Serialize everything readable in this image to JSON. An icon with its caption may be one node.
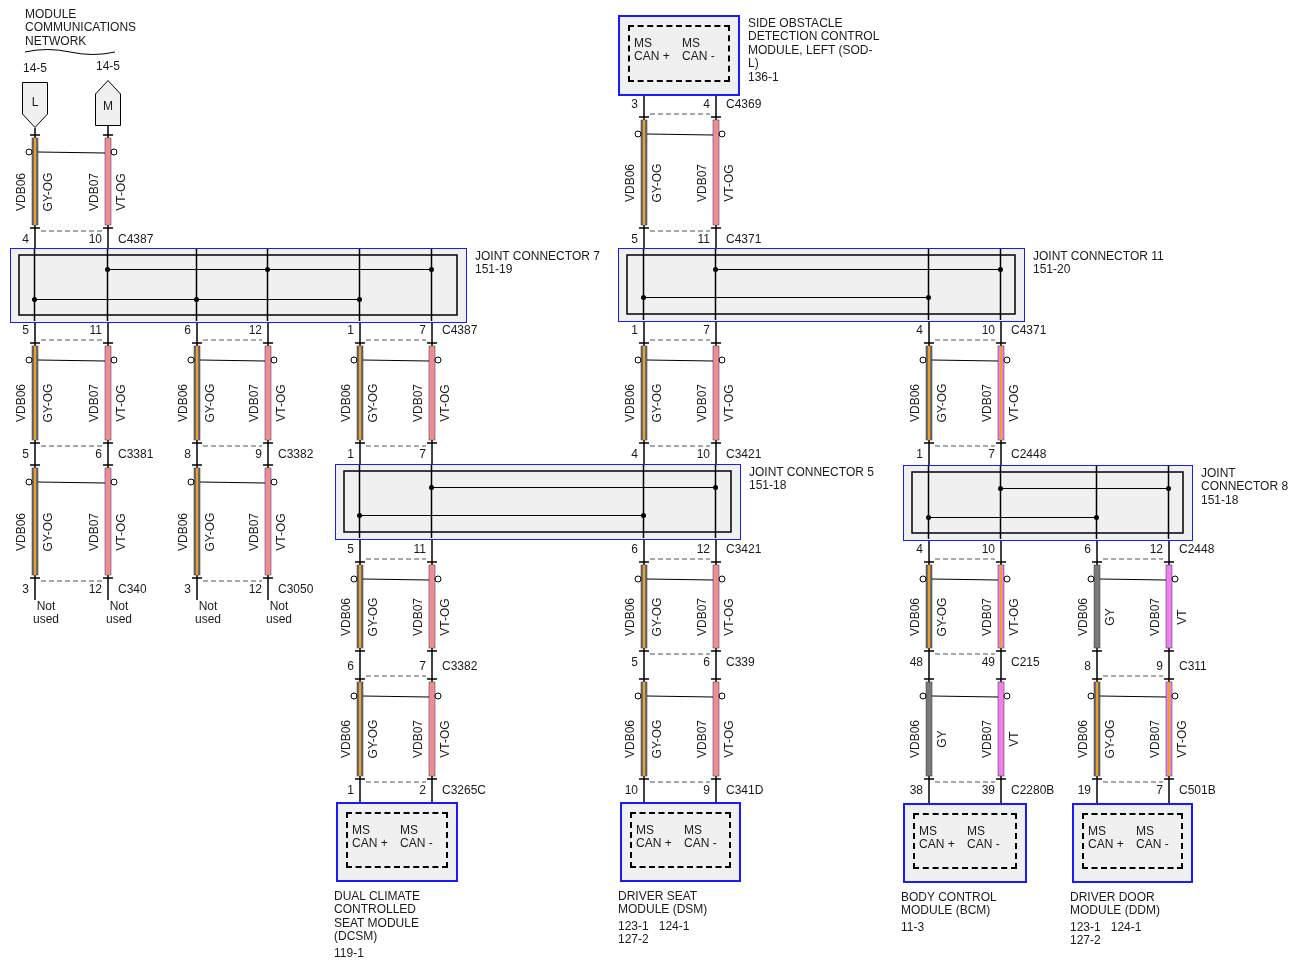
{
  "diagram": {
    "title": "MODULE COMMUNICATIONS NETWORK",
    "nodes": [
      {
        "text": [
          "L"
        ],
        "beside": [
          "14-5"
        ]
      },
      {
        "text": [
          "M"
        ],
        "beside": [
          "14-5"
        ]
      },
      {
        "text": [
          "MS CAN +",
          "MS CAN -"
        ],
        "beside": [
          "SIDE OBSTACLE DETECTION CONTROL MODULE, LEFT (SOD-L)",
          "136-1"
        ]
      },
      {
        "text": [],
        "shape": "box",
        "beside": [
          "JOINT CONNECTOR 7",
          "151-19"
        ]
      },
      {
        "text": [],
        "shape": "box",
        "beside": [
          "JOINT CONNECTOR 11",
          "151-20"
        ]
      },
      {
        "text": [],
        "shape": "box",
        "beside": [
          "JOINT CONNECTOR 5",
          "151-18"
        ]
      },
      {
        "text": [],
        "shape": "box",
        "beside": [
          "JOINT CONNECTOR 8",
          "151-18"
        ]
      },
      {
        "text": [
          "Not used"
        ]
      },
      {
        "text": [
          "Not used"
        ]
      },
      {
        "text": [
          "Not used"
        ]
      },
      {
        "text": [
          "Not used"
        ]
      },
      {
        "text": [
          "MS CAN +",
          "MS CAN -"
        ],
        "beside": [
          "DUAL CLIMATE CONTROLLED SEAT MODULE (DCSM)",
          "119-1"
        ]
      },
      {
        "text": [
          "MS CAN +",
          "MS CAN -"
        ],
        "beside": [
          "DRIVER SEAT MODULE (DSM)",
          "123-1",
          "124-1",
          "127-2"
        ]
      },
      {
        "text": [
          "MS CAN +",
          "MS CAN -"
        ],
        "beside": [
          "BODY CONTROL MODULE (BCM)",
          "11-3"
        ]
      },
      {
        "text": [
          "MS CAN +",
          "MS CAN -"
        ],
        "beside": [
          "DRIVER DOOR MODULE (DDM)",
          "123-1",
          "124-1",
          "127-2"
        ]
      }
    ],
    "edges": [
      {
        "from": 0,
        "to": 3,
        "arrow": "none"
      },
      {
        "from": 1,
        "to": 3,
        "arrow": "none"
      },
      {
        "from": 2,
        "to": 4,
        "arrow": "none"
      },
      {
        "from": 2,
        "to": 4,
        "arrow": "none"
      },
      {
        "from": 3,
        "to": 7,
        "arrow": "none"
      },
      {
        "from": 3,
        "to": 8,
        "arrow": "none"
      },
      {
        "from": 3,
        "to": 9,
        "arrow": "none"
      },
      {
        "from": 3,
        "to": 10,
        "arrow": "none"
      },
      {
        "from": 3,
        "to": 5,
        "arrow": "none"
      },
      {
        "from": 3,
        "to": 5,
        "arrow": "none"
      },
      {
        "from": 4,
        "to": 5,
        "arrow": "none"
      },
      {
        "from": 4,
        "to": 5,
        "arrow": "none"
      },
      {
        "from": 4,
        "to": 6,
        "arrow": "none"
      },
      {
        "from": 4,
        "to": 6,
        "arrow": "none"
      },
      {
        "from": 5,
        "to": 11,
        "arrow": "none"
      },
      {
        "from": 5,
        "to": 11,
        "arrow": "none"
      },
      {
        "from": 5,
        "to": 12,
        "arrow": "none"
      },
      {
        "from": 5,
        "to": 12,
        "arrow": "none"
      },
      {
        "from": 6,
        "to": 13,
        "arrow": "none"
      },
      {
        "from": 6,
        "to": 13,
        "arrow": "none"
      },
      {
        "from": 6,
        "to": 14,
        "arrow": "none"
      },
      {
        "from": 6,
        "to": 14,
        "arrow": "none"
      }
    ],
    "labels": [
      "VDB06",
      "GY-OG",
      "VDB07",
      "VT-OG",
      "4",
      "10",
      "C4387",
      "3",
      "4",
      "C4369",
      "VDB06",
      "GY-OG",
      "VDB07",
      "VT-OG",
      "5",
      "11",
      "C4371",
      "5",
      "11",
      "VDB06",
      "GY-OG",
      "VDB07",
      "VT-OG",
      "5",
      "6",
      "C3381",
      "6",
      "12",
      "VDB06",
      "GY-OG",
      "VDB07",
      "VT-OG",
      "8",
      "9",
      "C3382",
      "1",
      "7",
      "C4387",
      "VDB06",
      "GY-OG",
      "VDB07",
      "VT-OG",
      "1",
      "7",
      "1",
      "7",
      "VDB06",
      "GY-OG",
      "VDB07",
      "VT-OG",
      "4",
      "10",
      "C3421",
      "4",
      "10",
      "C4371",
      "VDB06",
      "GY-OG",
      "VDB07",
      "VT-OG",
      "1",
      "7",
      "C2448",
      "VDB06",
      "GY-OG",
      "VDB07",
      "VT-OG",
      "3",
      "12",
      "C340",
      "VDB06",
      "GY-OG",
      "VDB07",
      "VT-OG",
      "3",
      "12",
      "C3050",
      "5",
      "11",
      "VDB06",
      "GY-OG",
      "VDB07",
      "VT-OG",
      "6",
      "12",
      "C3421",
      "VDB06",
      "GY-OG",
      "VDB07",
      "VT-OG",
      "5",
      "6",
      "C339",
      "4",
      "10",
      "VDB06",
      "GY-OG",
      "VDB07",
      "VT-OG",
      "48",
      "49",
      "C215",
      "6",
      "12",
      "C2448",
      "VDB06",
      "GY",
      "VDB07",
      "VT",
      "6",
      "7",
      "C3382",
      "VDB06",
      "GY-OG",
      "VDB07",
      "VT-OG",
      "1",
      "2",
      "C3265C",
      "VDB06",
      "GY-OG",
      "VDB07",
      "VT-OG",
      "10",
      "9",
      "C341D",
      "VDB06",
      "GY",
      "VDB07",
      "VT",
      "38",
      "39",
      "C2280B",
      "8",
      "9",
      "C311",
      "VDB06",
      "GY-OG",
      "VDB07",
      "VT-OG",
      "19",
      "7",
      "C501B"
    ]
  }
}
